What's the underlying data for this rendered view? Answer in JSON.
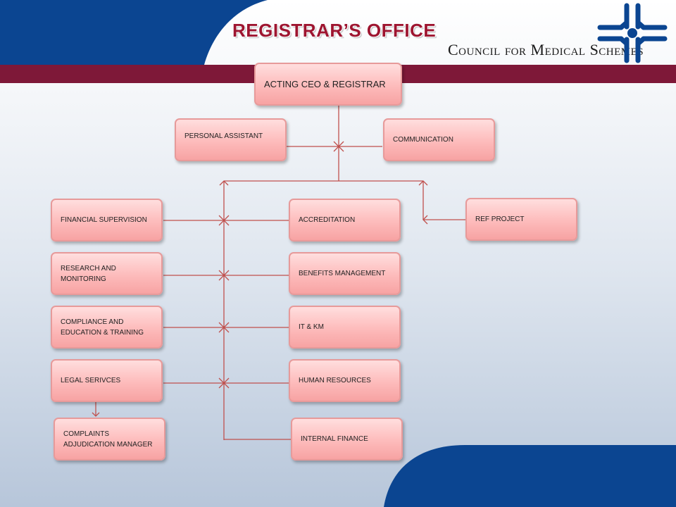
{
  "header": {
    "title": "REGISTRAR’S OFFICE",
    "organization": "Council for Medical Schemes"
  },
  "colors": {
    "navy": "#0b4591",
    "maroon": "#7e1838",
    "title_red": "#9e1530",
    "box_fill": "#fdbbbb",
    "box_border": "#e79a9a",
    "connector": "#c0504d"
  },
  "logo": {
    "icon": "cms-cross-logo-icon"
  },
  "org_chart": {
    "head": "ACTING CEO & REGISTRAR",
    "staff": {
      "personal_assistant": "PERSONAL ASSISTANT",
      "communication": "COMMUNICATION"
    },
    "left_units": {
      "financial_supervision": "FINANCIAL SUPERVISION",
      "research_monitoring": "RESEARCH AND MONITORING",
      "compliance_education": "COMPLIANCE AND EDUCATION & TRAINING",
      "legal_services": "LEGAL SERIVCES"
    },
    "sub_unit": {
      "complaints": "COMPLAINTS ADJUDICATION MANAGER"
    },
    "right_units": {
      "accreditation": "ACCREDITATION",
      "benefits_management": "BENEFITS MANAGEMENT",
      "it_km": "IT & KM",
      "human_resources": "HUMAN RESOURCES",
      "internal_finance": "INTERNAL FINANCE"
    },
    "project": {
      "ref_project": "REF PROJECT"
    }
  }
}
